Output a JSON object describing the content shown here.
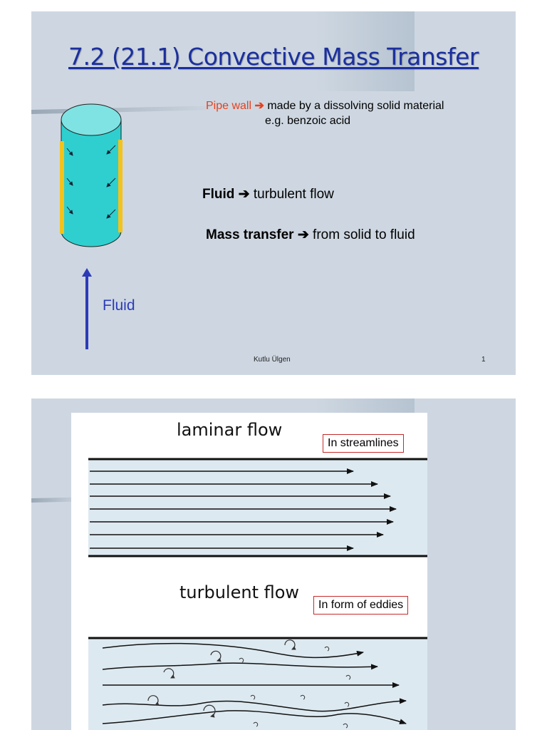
{
  "slide1": {
    "title": "7.2 (21.1) Convective Mass Transfer",
    "pipe_wall": {
      "label": "Pipe wall",
      "arrow": "➔",
      "description": "made by a dissolving solid material",
      "example": "e.g. benzoic acid"
    },
    "fluid_line": {
      "label": "Fluid",
      "arrow": "➔",
      "text": "turbulent flow"
    },
    "mass_line": {
      "label": "Mass transfer",
      "arrow": "➔",
      "text": "from solid to fluid"
    },
    "fluid_arrow_label": "Fluid",
    "author": "Kutlu Ülgen",
    "page_number": "1",
    "colors": {
      "background": "#ced7e1",
      "title": "#1b2f9e",
      "pipe": "#2fcfcf",
      "pipe_top": "#7fe3e3",
      "wall_strip": "#f4c21a",
      "accent_red": "#e8401c",
      "arrow_blue": "#2b3bb8"
    }
  },
  "slide2": {
    "laminar_title": "laminar flow",
    "laminar_tag": "In streamlines",
    "turbulent_title": "turbulent flow",
    "turbulent_tag": "In form of eddies",
    "colors": {
      "channel": "#dde9f0",
      "tag_border": "#c62a2a"
    }
  }
}
